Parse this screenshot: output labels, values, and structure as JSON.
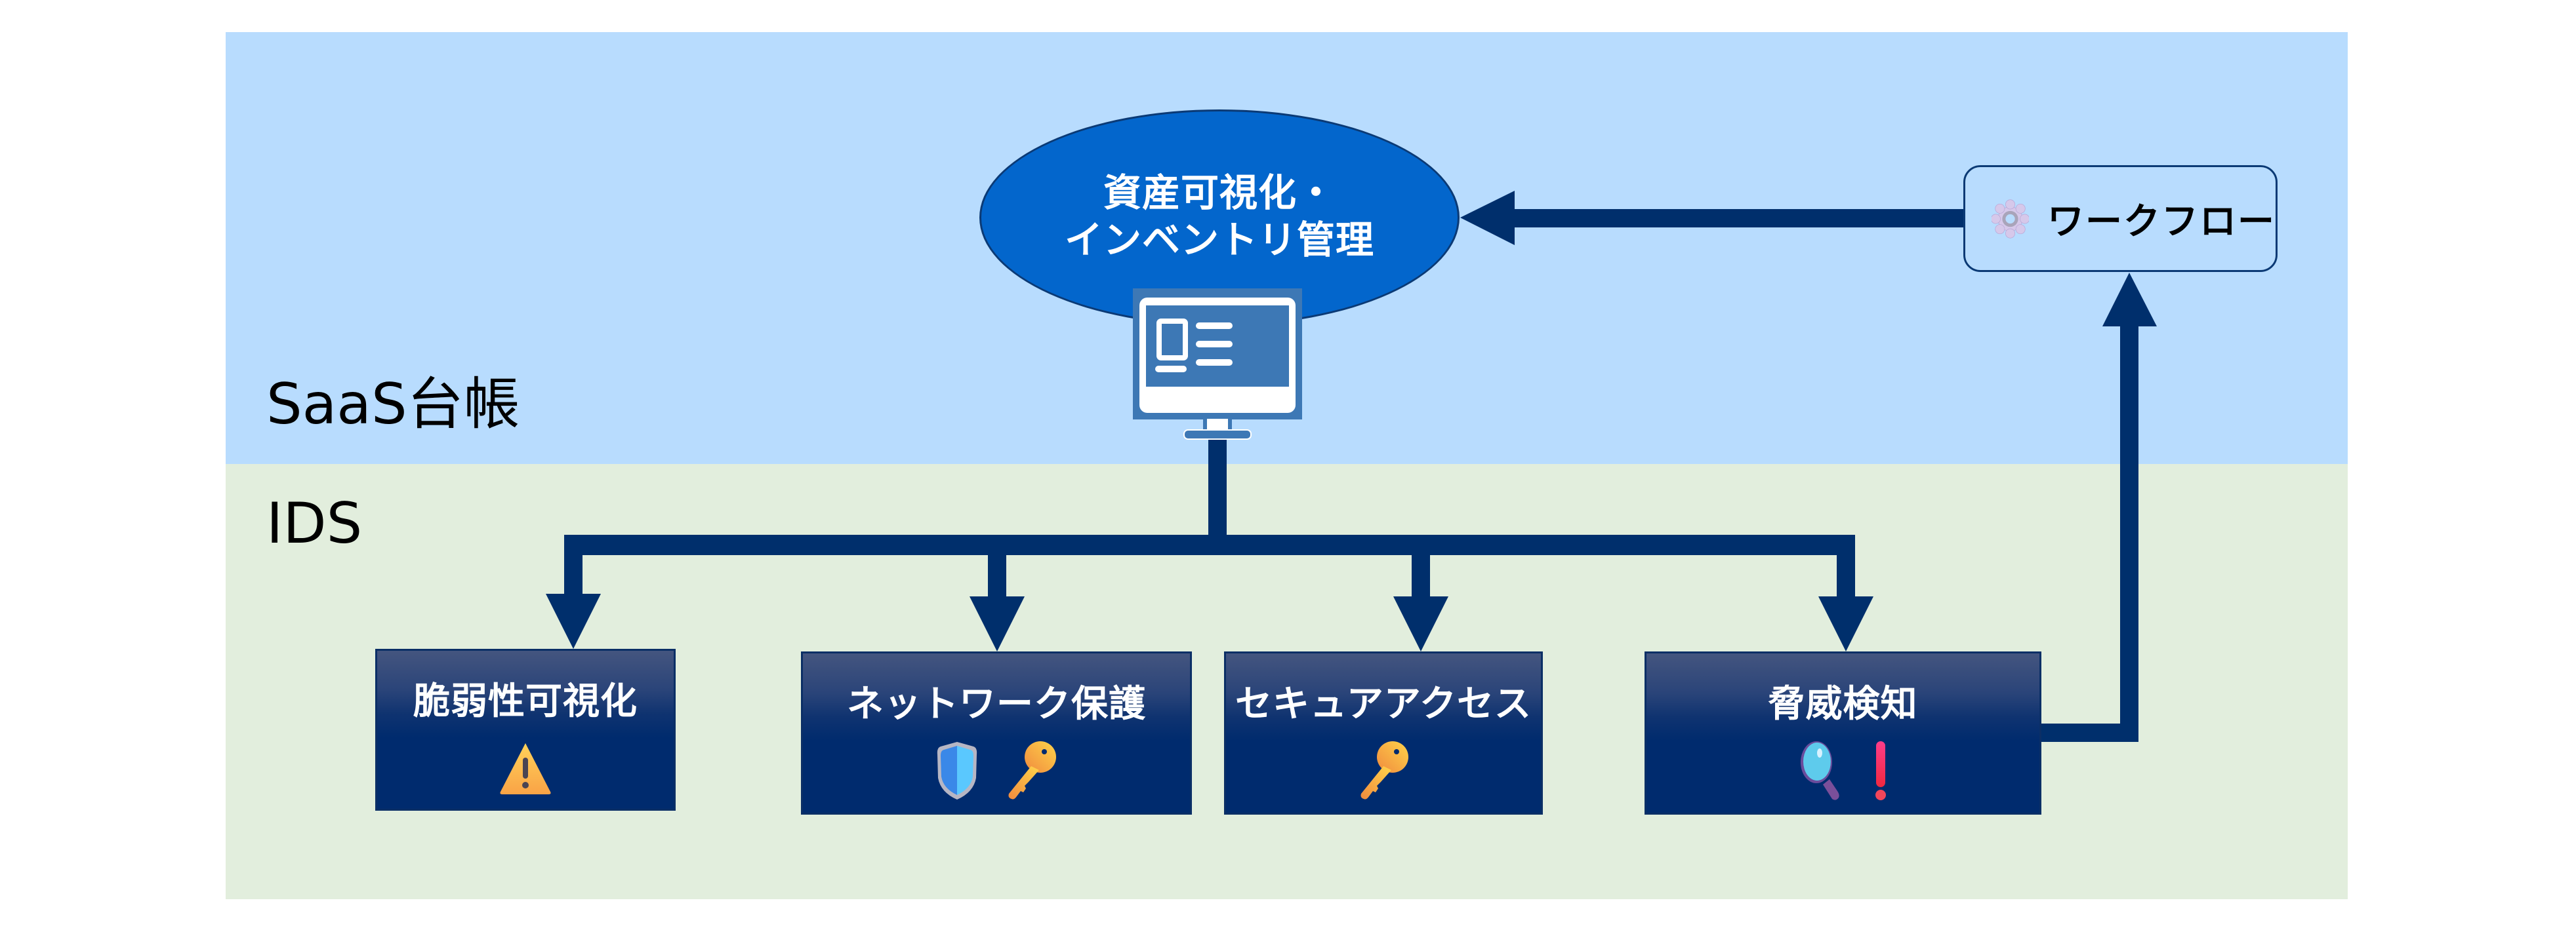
{
  "lanes": {
    "top": {
      "label": "SaaS台帳",
      "color": "#b8dcfe"
    },
    "bottom": {
      "label": "IDS",
      "color": "#e2eedd"
    }
  },
  "central_node": {
    "lines": [
      "資産可視化・",
      "インベントリ管理"
    ],
    "icon": "monitor-list-icon",
    "color": "#0366cc"
  },
  "workflow_node": {
    "label": "ワークフロー",
    "icon": "gear-icon"
  },
  "feature_boxes": [
    {
      "title": "脆弱性可視化",
      "icons": [
        "warning-icon"
      ]
    },
    {
      "title": "ネットワーク保護",
      "icons": [
        "shield-icon",
        "key-icon"
      ]
    },
    {
      "title": "セキュアアクセス",
      "icons": [
        "key-icon"
      ]
    },
    {
      "title": "脅威検知",
      "icons": [
        "magnifier-icon",
        "exclamation-icon"
      ]
    }
  ],
  "connector_color": "#002f6c",
  "flows": [
    {
      "from": "central_node",
      "to": "feature_boxes"
    },
    {
      "from": "脅威検知",
      "to": "ワークフロー"
    },
    {
      "from": "ワークフロー",
      "to": "資産可視化・インベントリ管理"
    }
  ]
}
